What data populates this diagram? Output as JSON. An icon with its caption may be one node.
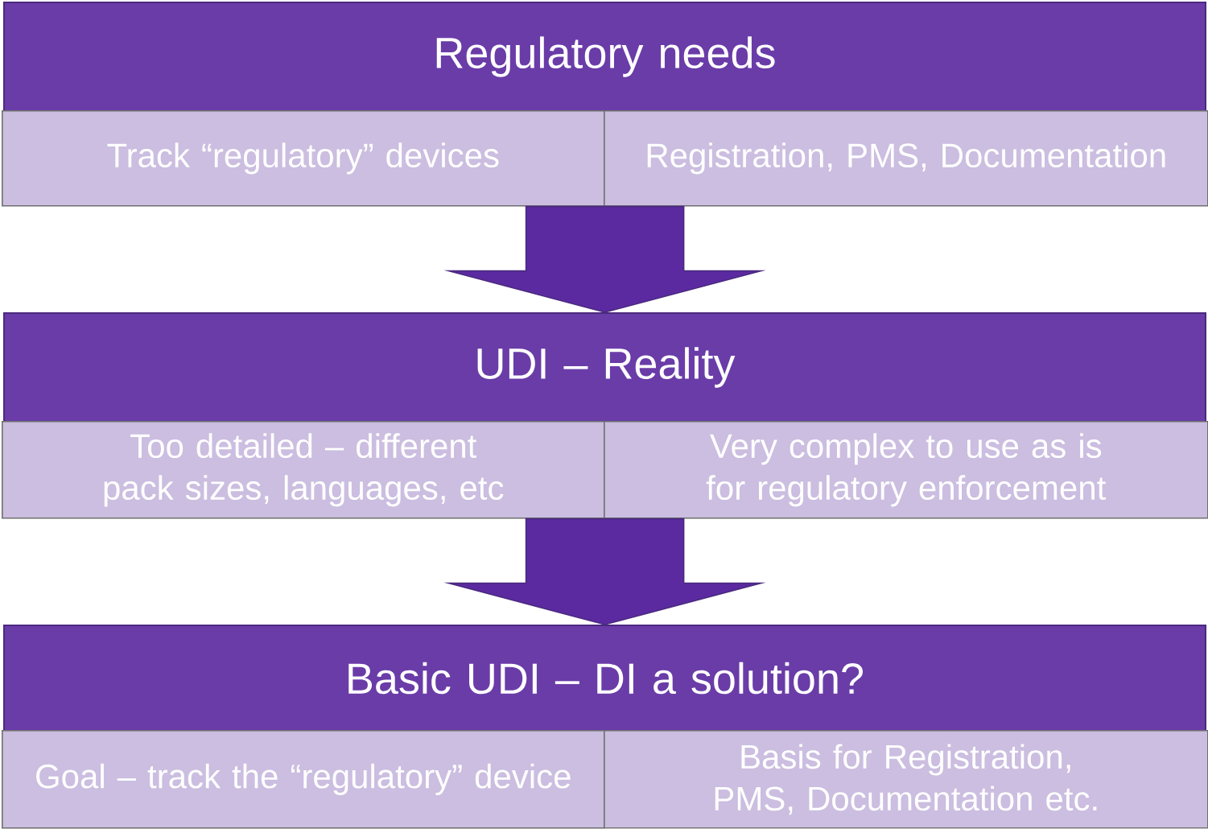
{
  "diagram": {
    "nodes": [
      {
        "text": [
          "Regulatory needs"
        ]
      },
      {
        "text": [
          "Track “regulatory” devices"
        ]
      },
      {
        "text": [
          "Registration, PMS, Documentation"
        ]
      },
      {
        "text": [
          "UDI – Reality"
        ]
      },
      {
        "text": [
          "Too detailed – different pack sizes, languages, etc"
        ]
      },
      {
        "text": [
          "Very complex to use as is for regulatory enforcement"
        ]
      },
      {
        "text": [
          "Basic UDI – DI a solution?"
        ]
      },
      {
        "text": [
          "Goal – track the “regulatory” device"
        ]
      },
      {
        "text": [
          "Basis for Registration, PMS, Documentation etc."
        ]
      }
    ],
    "edges": [
      {
        "from": 0,
        "to": 3,
        "arrow": "to"
      },
      {
        "from": 3,
        "to": 6,
        "arrow": "to"
      }
    ]
  }
}
